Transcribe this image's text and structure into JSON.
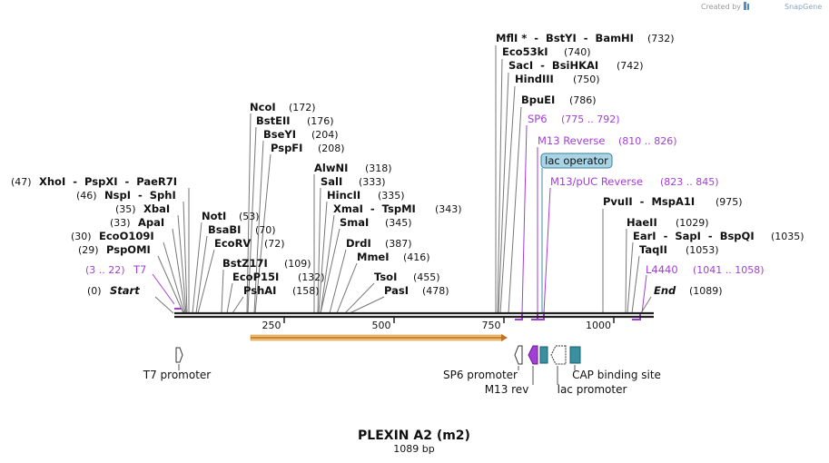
{
  "credit": {
    "prefix": "Created by",
    "brand": "SnapGene"
  },
  "title": "PLEXIN A2 (m2)",
  "length_label": "1089 bp",
  "sequence_length": 1089,
  "scale_ticks": [
    "250",
    "500",
    "750",
    "1000"
  ],
  "scale_tick_values": [
    250,
    500,
    750,
    1000
  ],
  "colors": {
    "backbone": "#222222",
    "primer": "#a33ed6",
    "orf": "#f0c070",
    "promoter": "#ffffff",
    "protein_bind": "#3a8fa0",
    "lac_operator_box": "#a9d4e6",
    "site_line": "#777777"
  },
  "restriction_sites": [
    {
      "label": "Start",
      "pos": "(0)",
      "bp": 0
    },
    {
      "label": "XhoI  -  PspXI  -  PaeR7I",
      "pos": "(47)",
      "bp": 47
    },
    {
      "label": "NspI  -  SphI",
      "pos": "(46)",
      "bp": 46
    },
    {
      "label": "XbaI",
      "pos": "(35)",
      "bp": 35
    },
    {
      "label": "ApaI",
      "pos": "(33)",
      "bp": 33
    },
    {
      "label": "EcoO109I",
      "pos": "(30)",
      "bp": 30
    },
    {
      "label": "PspOMI",
      "pos": "(29)",
      "bp": 29
    },
    {
      "label": "NotI",
      "pos": "(53)",
      "bp": 53
    },
    {
      "label": "BsaBI",
      "pos": "(70)",
      "bp": 70
    },
    {
      "label": "EcoRV",
      "pos": "(72)",
      "bp": 72
    },
    {
      "label": "NcoI",
      "pos": "(172)",
      "bp": 172
    },
    {
      "label": "BstEII",
      "pos": "(176)",
      "bp": 176
    },
    {
      "label": "BseYI",
      "pos": "(204)",
      "bp": 204
    },
    {
      "label": "PspFI",
      "pos": "(208)",
      "bp": 208
    },
    {
      "label": "BstZ17I",
      "pos": "(109)",
      "bp": 109
    },
    {
      "label": "EcoP15I",
      "pos": "(132)",
      "bp": 132
    },
    {
      "label": "PshAI",
      "pos": "(158)",
      "bp": 158
    },
    {
      "label": "AlwNI",
      "pos": "(318)",
      "bp": 318
    },
    {
      "label": "SalI",
      "pos": "(333)",
      "bp": 333
    },
    {
      "label": "HincII",
      "pos": "(335)",
      "bp": 335
    },
    {
      "label": "XmaI  -  TspMI",
      "pos": "(343)",
      "bp": 343
    },
    {
      "label": "SmaI",
      "pos": "(345)",
      "bp": 345
    },
    {
      "label": "DrdI",
      "pos": "(387)",
      "bp": 387
    },
    {
      "label": "MmeI",
      "pos": "(416)",
      "bp": 416
    },
    {
      "label": "TsoI",
      "pos": "(455)",
      "bp": 455
    },
    {
      "label": "PasI",
      "pos": "(478)",
      "bp": 478
    },
    {
      "label": "MflI *  -  BstYI  -  BamHI",
      "pos": "(732)",
      "bp": 732
    },
    {
      "label": "Eco53kI",
      "pos": "(740)",
      "bp": 740
    },
    {
      "label": "SacI  -  BsiHKAI",
      "pos": "(742)",
      "bp": 742
    },
    {
      "label": "HindIII",
      "pos": "(750)",
      "bp": 750
    },
    {
      "label": "BpuEI",
      "pos": "(786)",
      "bp": 786
    },
    {
      "label": "PvuII  -  MspA1I",
      "pos": "(975)",
      "bp": 975
    },
    {
      "label": "HaeII",
      "pos": "(1029)",
      "bp": 1029
    },
    {
      "label": "EarI  -  SapI  -  BspQI",
      "pos": "(1035)",
      "bp": 1035
    },
    {
      "label": "TaqII",
      "pos": "(1053)",
      "bp": 1053
    },
    {
      "label": "End",
      "pos": "(1089)",
      "bp": 1089
    }
  ],
  "primers": [
    {
      "label": "T7",
      "range": "(3 .. 22)"
    },
    {
      "label": "SP6",
      "range": "(775 .. 792)"
    },
    {
      "label": "M13 Reverse",
      "range": "(810 .. 826)"
    },
    {
      "label": "M13/pUC Reverse",
      "range": "(823 .. 845)"
    },
    {
      "label": "L4440",
      "range": "(1041 .. 1058)"
    }
  ],
  "lac_operator": "lac operator",
  "features": [
    {
      "label": "T7 promoter"
    },
    {
      "label": "SP6 promoter"
    },
    {
      "label": "M13 rev"
    },
    {
      "label": "lac promoter"
    },
    {
      "label": "CAP binding site"
    }
  ]
}
